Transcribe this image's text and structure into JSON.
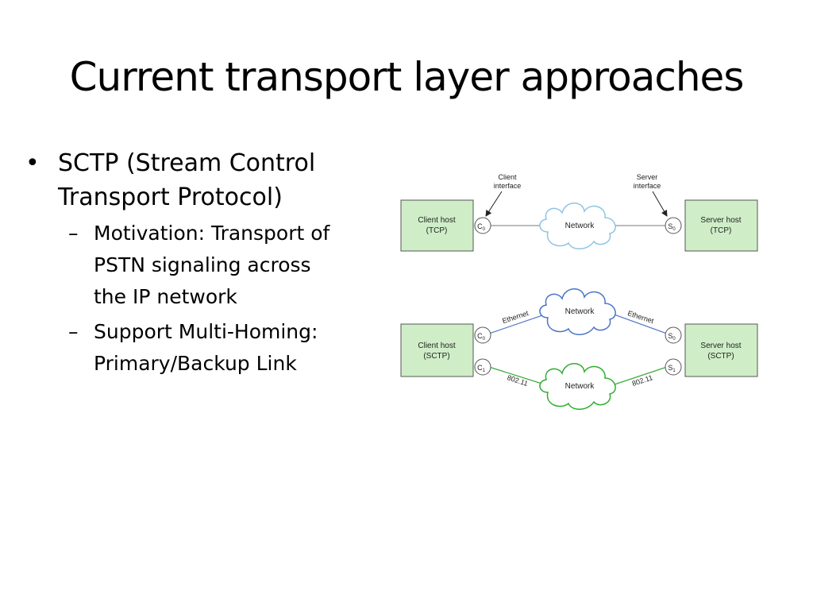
{
  "slide": {
    "title": "Current transport layer approaches",
    "bullets": [
      {
        "lines": [
          "SCTP (Stream Control",
          "Transport Protocol)"
        ],
        "sub": [
          {
            "lines": [
              "Motivation: Transport of",
              "PSTN signaling across",
              "the IP network"
            ]
          },
          {
            "lines": [
              "Support Multi-Homing:",
              "Primary/Backup Link"
            ]
          }
        ]
      }
    ]
  },
  "diagram": {
    "colors": {
      "host_fill": "#cfeec7",
      "ethernet_cloud": "#4a74c9",
      "wireless_cloud": "#2fae2f",
      "tcp_cloud": "#8fc4e4",
      "ethernet_line": "#5b7fc7",
      "wireless_line": "#3aaa3a",
      "tcp_line": "#777777"
    },
    "tcp": {
      "client_interface_label": [
        "Client",
        "interface"
      ],
      "server_interface_label": [
        "Server",
        "interface"
      ],
      "client_host": [
        "Client host",
        "(TCP)"
      ],
      "server_host": [
        "Server host",
        "(TCP)"
      ],
      "client_port": {
        "letter": "C",
        "sub": "0"
      },
      "server_port": {
        "letter": "S",
        "sub": "0"
      },
      "network": "Network"
    },
    "sctp": {
      "client_host": [
        "Client host",
        "(SCTP)"
      ],
      "server_host": [
        "Server host",
        "(SCTP)"
      ],
      "client_ports": [
        {
          "letter": "C",
          "sub": "0"
        },
        {
          "letter": "C",
          "sub": "1"
        }
      ],
      "server_ports": [
        {
          "letter": "S",
          "sub": "0"
        },
        {
          "letter": "S",
          "sub": "1"
        }
      ],
      "network_top": "Network",
      "network_bottom": "Network",
      "link_top_left": "Ethernet",
      "link_top_right": "Ethernet",
      "link_bottom_left": "802.11",
      "link_bottom_right": "802.11"
    }
  }
}
